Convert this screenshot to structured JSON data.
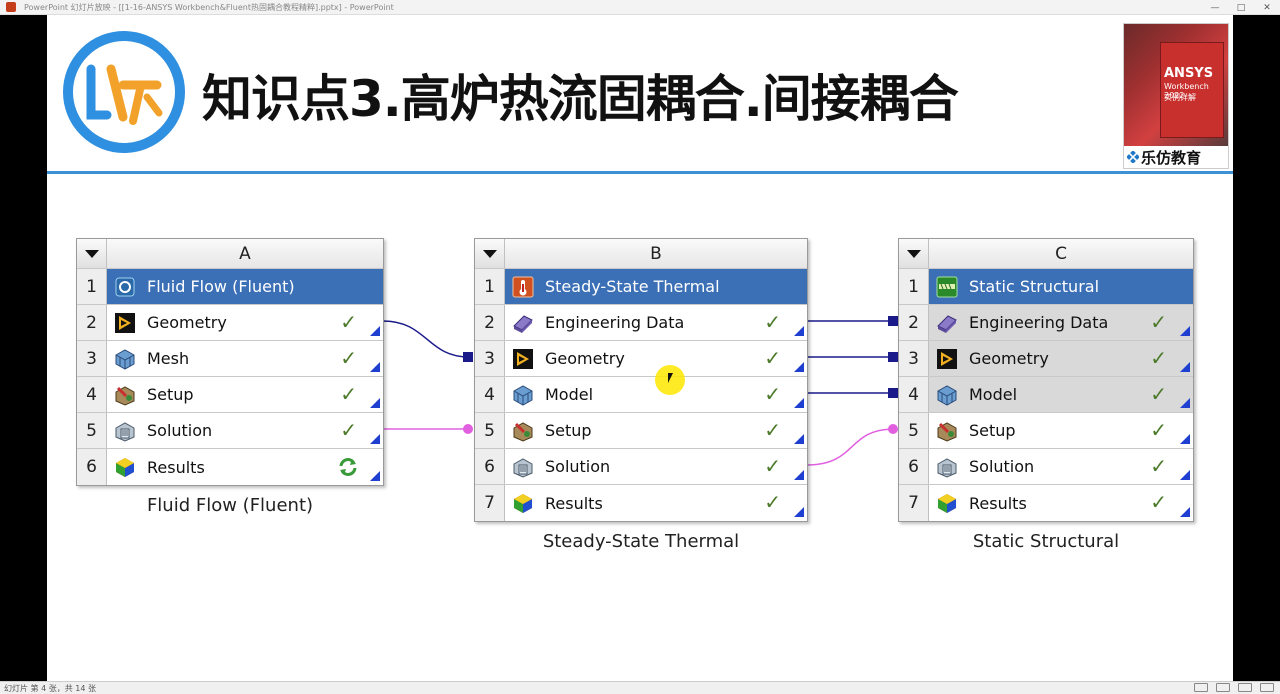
{
  "window": {
    "title": "PowerPoint 幻灯片放映 - [[1-16-ANSYS Workbench&Fluent热固耦合教程精粹].pptx] - PowerPoint",
    "minimize": "—",
    "maximize": "□",
    "close": "✕"
  },
  "slide": {
    "title": "知识点3.高炉热流固耦合.间接耦合",
    "book": {
      "ansys": "ANSYS",
      "workbench": "Workbench 2022",
      "subtitle": "实例详解"
    },
    "brand": "乐仿教育"
  },
  "systems": [
    {
      "letter": "A",
      "caption": "Fluid Flow (Fluent)",
      "rows": [
        {
          "num": "1",
          "label": "Fluid Flow (Fluent)",
          "icon": "fluent-icon",
          "status": ""
        },
        {
          "num": "2",
          "label": "Geometry",
          "icon": "geometry-icon",
          "status": "✓"
        },
        {
          "num": "3",
          "label": "Mesh",
          "icon": "mesh-icon",
          "status": "✓"
        },
        {
          "num": "4",
          "label": "Setup",
          "icon": "setup-icon",
          "status": "✓"
        },
        {
          "num": "5",
          "label": "Solution",
          "icon": "solution-icon",
          "status": "✓"
        },
        {
          "num": "6",
          "label": "Results",
          "icon": "results-icon",
          "status": "refresh"
        }
      ]
    },
    {
      "letter": "B",
      "caption": "Steady-State Thermal",
      "rows": [
        {
          "num": "1",
          "label": "Steady-State Thermal",
          "icon": "thermal-icon",
          "status": ""
        },
        {
          "num": "2",
          "label": "Engineering Data",
          "icon": "engineering-data-icon",
          "status": "✓"
        },
        {
          "num": "3",
          "label": "Geometry",
          "icon": "geometry-icon",
          "status": "✓"
        },
        {
          "num": "4",
          "label": "Model",
          "icon": "model-icon",
          "status": "✓"
        },
        {
          "num": "5",
          "label": "Setup",
          "icon": "setup-icon",
          "status": "✓"
        },
        {
          "num": "6",
          "label": "Solution",
          "icon": "solution-icon",
          "status": "✓"
        },
        {
          "num": "7",
          "label": "Results",
          "icon": "results-icon",
          "status": "✓"
        }
      ]
    },
    {
      "letter": "C",
      "caption": "Static Structural",
      "rows": [
        {
          "num": "1",
          "label": "Static Structural",
          "icon": "structural-icon",
          "status": ""
        },
        {
          "num": "2",
          "label": "Engineering Data",
          "icon": "engineering-data-icon",
          "status": "✓"
        },
        {
          "num": "3",
          "label": "Geometry",
          "icon": "geometry-icon",
          "status": "✓"
        },
        {
          "num": "4",
          "label": "Model",
          "icon": "model-icon",
          "status": "✓"
        },
        {
          "num": "5",
          "label": "Setup",
          "icon": "setup-icon",
          "status": "✓"
        },
        {
          "num": "6",
          "label": "Solution",
          "icon": "solution-icon",
          "status": "✓"
        },
        {
          "num": "7",
          "label": "Results",
          "icon": "results-icon",
          "status": "✓"
        }
      ]
    }
  ],
  "status": {
    "slide_info": "幻灯片 第 4 张，共 14 张"
  },
  "colors": {
    "title_row": "#3b6fb6",
    "link_share": "#1a1a8a",
    "link_transfer": "#e060e0",
    "check": "#4a7a2a",
    "title_rule": "#3d8fd6"
  }
}
